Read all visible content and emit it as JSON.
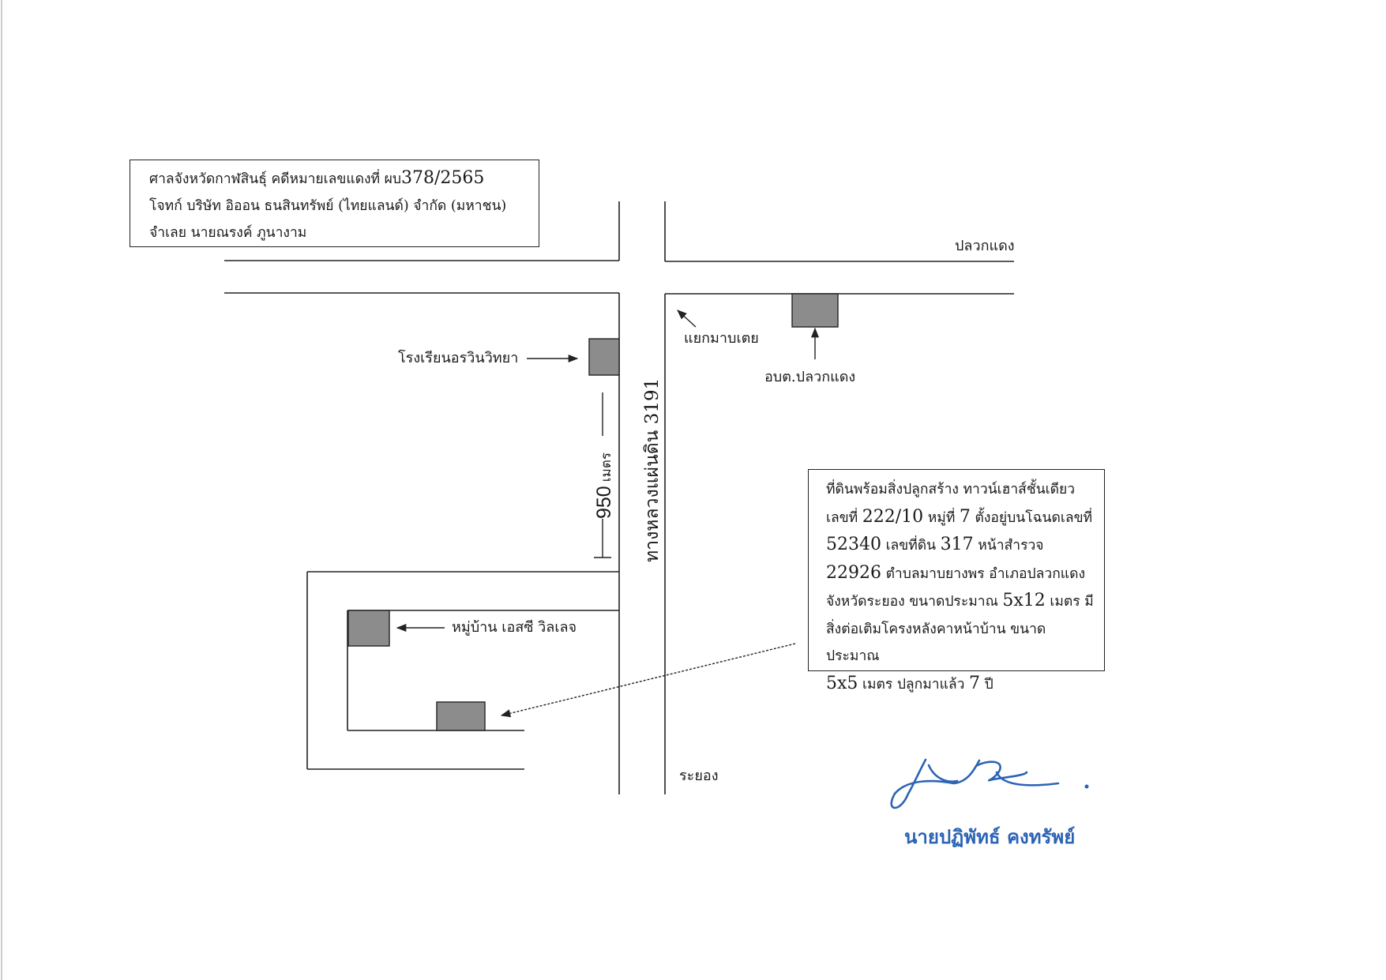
{
  "case_box": {
    "line1_prefix": "ศาลจังหวัดกาฬสินธุ์ คดีหมายเลขแดงที่ ผบ",
    "line1_case": "378/2565",
    "line2": "โจทก์ บริษัท อิออน ธนสินทรัพย์ (ไทยแลนด์) จำกัด (มหาชน)",
    "line3": "จำเลย นายณรงค์ ภูนางาม"
  },
  "labels": {
    "pluak_daeng": "ปลวกแดง",
    "yaek_map_toei": "แยกมาบเตย",
    "obt_pluak_daeng": "อบต.ปลวกแดง",
    "school": "โรงเรียนอรวินวิทยา",
    "distance_value": "950",
    "distance_unit": "เมตร",
    "highway": "ทางหลวงแผ่นดิน 3191",
    "village": "หมู่บ้าน เอสซี วิลเลจ",
    "rayong": "ระยอง"
  },
  "property_box": {
    "l1": "ที่ดินพร้อมสิ่งปลูกสร้าง ทาวน์เฮาส์ชั้นเดียว",
    "l2a": "เลขที่ ",
    "l2b": "222/10",
    "l2c": " หมู่ที่ ",
    "l2d": "7",
    "l2e": " ตั้งอยู่บนโฉนดเลขที่",
    "l3a": "52340",
    "l3b": " เลขที่ดิน ",
    "l3c": "317",
    "l3d": " หน้าสำรวจ",
    "l4a": "22926",
    "l4b": " ตำบลมาบยางพร อำเภอปลวกแดง",
    "l5a": "จังหวัดระยอง ขนาดประมาณ ",
    "l5b": "5x12",
    "l5c": " เมตร มี",
    "l6": "สิ่งต่อเติมโครงหลังคาหน้าบ้าน ขนาดประมาณ",
    "l7a": "5x5",
    "l7b": " เมตร ปลูกมาแล้ว ",
    "l7c": "7",
    "l7d": " ปี"
  },
  "signature": {
    "name": "นายปฏิพัทธ์ คงทรัพย์"
  },
  "colors": {
    "building": "#8c8c8c",
    "signature_ink": "#2c63b5"
  }
}
